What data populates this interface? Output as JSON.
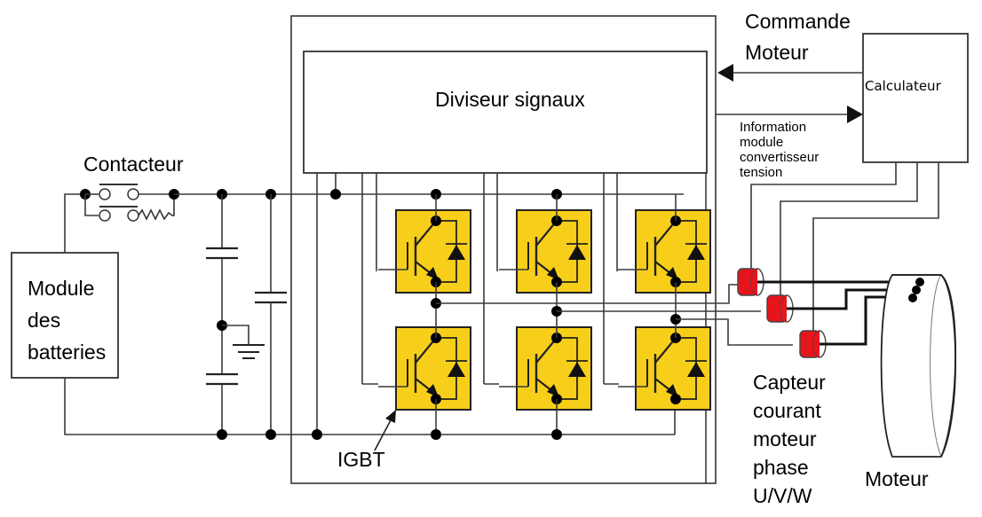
{
  "labels": {
    "contactor": "Contacteur",
    "battery_line1": "Module",
    "battery_line2": "des",
    "battery_line3": "batteries",
    "signal_divider": "Diviseur signaux",
    "command_line1": "Commande",
    "command_line2": "Moteur",
    "computer": "Calculateur",
    "info_line1": "Information",
    "info_line2": "module",
    "info_line3": "convertisseur",
    "info_line4": "tension",
    "igbt": "IGBT",
    "sensor_line1": "Capteur",
    "sensor_line2": "courant",
    "sensor_line3": "moteur",
    "sensor_line4": "phase",
    "sensor_line5": "U/V/W",
    "motor": "Moteur"
  },
  "colors": {
    "igbt_fill": "#f7cf1a",
    "sensor_fill": "#e8141c",
    "wire": "#3a3a3a"
  },
  "igbt_modules": [
    {
      "id": "upper-u"
    },
    {
      "id": "upper-v"
    },
    {
      "id": "upper-w"
    },
    {
      "id": "lower-u"
    },
    {
      "id": "lower-v"
    },
    {
      "id": "lower-w"
    }
  ],
  "current_sensors": [
    {
      "phase": "U"
    },
    {
      "phase": "V"
    },
    {
      "phase": "W"
    }
  ]
}
